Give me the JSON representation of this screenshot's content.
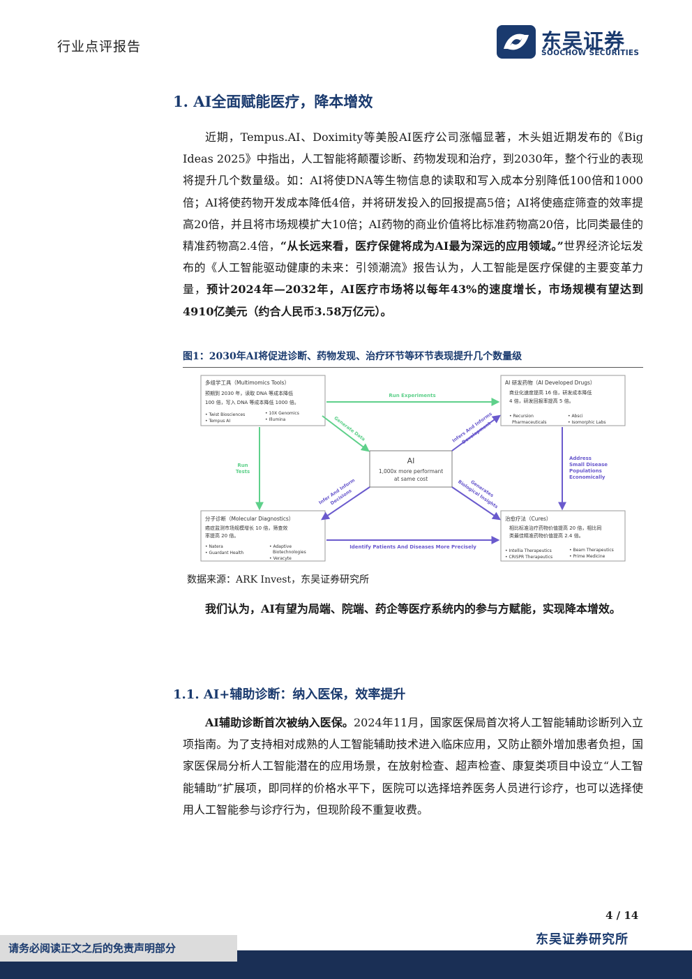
{
  "header": {
    "report_type": "行业点评报告",
    "logo_cn": "东吴证券",
    "logo_en": "SOOCHOW SECURITIES"
  },
  "section1": {
    "title": "1.  AI全面赋能医疗，降本增效"
  },
  "para1": {
    "s1": "近期，Tempus.AI、Doximity等美股AI医疗公司涨幅显著，木头姐近期发布的《Big Ideas 2025》中指出，人工智能将颠覆诊断、药物发现和治疗，到2030年，整个行业的表现将提升几个数量级。如：AI将使DNA等生物信息的读取和写入成本分别降低100倍和1000倍；AI将使药物开发成本降低4倍，并将研发投入的回报提高5倍；AI将使癌症筛查的效率提高20倍，并且将市场规模扩大10倍；AI药物的商业价值将比标准药物高20倍，比同类最佳的精准药物高2.4倍，",
    "b1": "“从长远来看，医疗保健将成为AI最为深远的应用领域。”",
    "s2": "世界经济论坛发布的《人工智能驱动健康的未来：引领潮流》报告认为，人工智能是医疗保健的主要变革力量，",
    "b2": "预计2024年—2032年，AI医疗市场将以每年43%的速度增长，市场规模有望达到4910亿美元（约合人民币3.58万亿元）。"
  },
  "figure1": {
    "title": "图1：2030年AI将促进诊断、药物发现、治疗环节等环节表现提升几个数量级",
    "source": "数据来源：ARK Invest，东吴证券研究所",
    "center": {
      "title": "AI",
      "line1": "1,000x more performant",
      "line2": "at same cost"
    },
    "tl": {
      "title": "多组学工具（Multimomics Tools）",
      "desc1": "预期到 2030 年，读取 DNA 等成本降低",
      "desc2": "100 倍，写入 DNA 等成本降低 1000 倍。",
      "c1a": "Twist Biosciences",
      "c1b": "Tempus AI",
      "c2a": "10X Genomics",
      "c2b": "Illumina"
    },
    "tr": {
      "title": "AI 研发药物（AI Developed Drugs）",
      "desc1": "商业化速度提高 16 倍，研发成本降低",
      "desc2": "4 倍，研发回报率提高 5 倍。",
      "c1a": "Recursion",
      "c1b": "Pharmaceuticals",
      "c2a": "Absci",
      "c2b": "Isomorphic Labs"
    },
    "bl": {
      "title": "分子诊断（Molecular Diagnostics）",
      "desc1": "癌症监测市场规模增长 10 倍，筛查效",
      "desc2": "率提高 20 倍。",
      "c1a": "Natera",
      "c1b": "Guardant Health",
      "c2a": "Adaptive",
      "c2b": "Biotechnologies",
      "c2c": "Veracyte"
    },
    "br": {
      "title": "治愈疗法（Cures）",
      "desc1": "相比标准治疗药物价值提高 20 倍，相比同",
      "desc2": "类最佳精准药物价值提高 2.4 倍。",
      "c1a": "Intellia Therapeutics",
      "c1b": "CRISPR Therapeutics",
      "c2a": "Beam Therapeutics",
      "c2b": "Prime Medicine"
    },
    "arrows": {
      "run_experiments": "Run Experiments",
      "run_tests_1": "Run",
      "run_tests_2": "Tests",
      "address_1": "Address",
      "address_2": "Small Disease",
      "address_3": "Populations",
      "address_4": "Economically",
      "identify": "Identify Patients And Diseases More Precisely",
      "generate_data": "Generate Data",
      "infers_1": "Infers And Informs",
      "infers_2": "Development",
      "infer_1": "Infer And Inform",
      "infer_2": "Decisions",
      "generates_1": "Generates",
      "generates_2": "Biological Insights"
    },
    "colors": {
      "green": "#5ed08a",
      "purple": "#6a5acd",
      "box_border": "#9a9a9a"
    }
  },
  "para2": {
    "text": "我们认为，AI有望为局端、院端、药企等医疗系统内的参与方赋能，实现降本增效。"
  },
  "section11": {
    "title": "1.1.   AI+辅助诊断：纳入医保，效率提升"
  },
  "para3": {
    "b": "AI辅助诊断首次被纳入医保。",
    "s": "2024年11月，国家医保局首次将人工智能辅助诊断列入立项指南。为了支持相对成熟的人工智能辅助技术进入临床应用，又防止额外增加患者负担，国家医保局分析人工智能潜在的应用场景，在放射检查、超声检查、康复类项目中设立“人工智能辅助”扩展项，即同样的价格水平下，医院可以选择培养医务人员进行诊疗，也可以选择使用人工智能参与诊疗行为，但现阶段不重复收费。"
  },
  "footer": {
    "page": "4 / 14",
    "institute": "东吴证券研究所",
    "disclaimer": "请务必阅读正文之后的免责声明部分"
  }
}
